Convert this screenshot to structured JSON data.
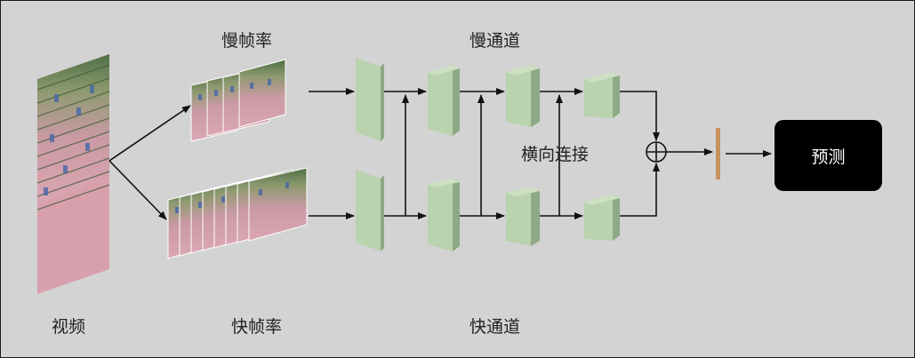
{
  "labels": {
    "slow_rate": "慢帧率",
    "slow_pathway": "慢通道",
    "lateral": "横向连接",
    "video": "视频",
    "fast_rate": "快帧率",
    "fast_pathway": "快通道",
    "predict": "预测"
  },
  "colors": {
    "background": "#d3d3d3",
    "block_front": "#b9d3ae",
    "block_side": "#8fa885",
    "block_top": "#cde0c4",
    "frame_top": "#5b7a4c",
    "frame_bottom": "#d9a3b0",
    "fusion_bar": "#c99060",
    "predict_box": "#000000"
  }
}
